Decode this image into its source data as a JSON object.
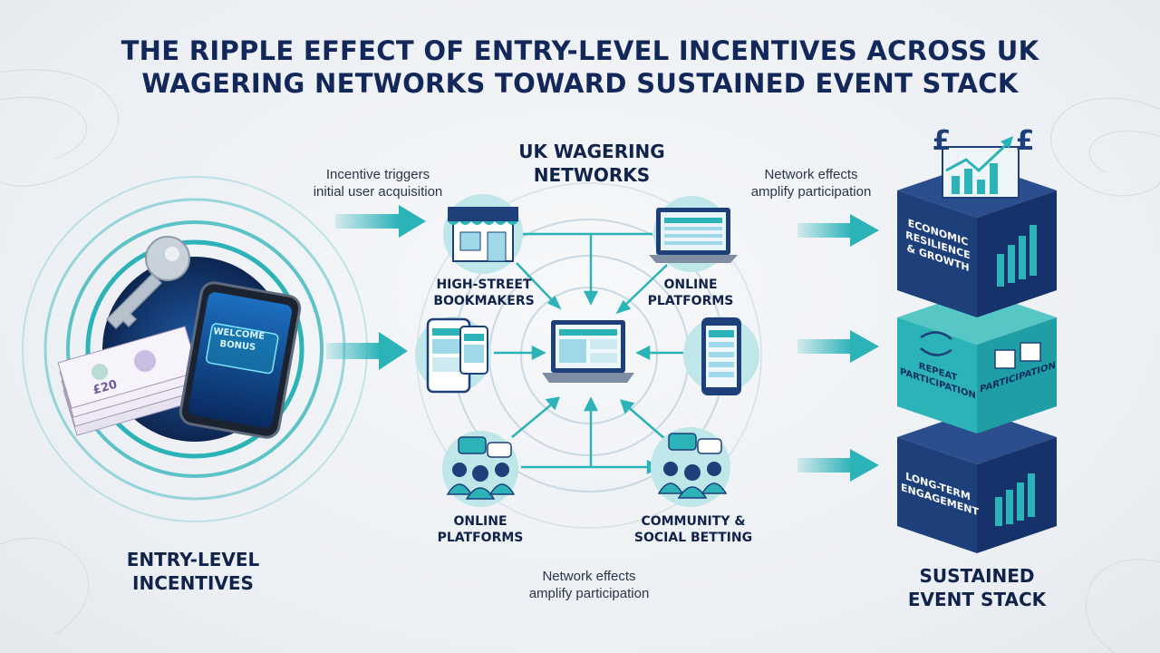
{
  "title": {
    "line1": "THE RIPPLE EFFECT OF ENTRY-LEVEL INCENTIVES ACROSS UK",
    "line2": "WAGERING NETWORKS TOWARD SUSTAINED EVENT STACK"
  },
  "left": {
    "caption": [
      "Incentive triggers",
      "initial user acquisition"
    ],
    "label": [
      "ENTRY-LEVEL",
      "INCENTIVES"
    ],
    "phone_text": [
      "WELCOME",
      "BONUS"
    ],
    "banknote_text": "£20"
  },
  "center": {
    "heading": [
      "UK WAGERING",
      "NETWORKS"
    ],
    "nodes": {
      "top_left": [
        "HIGH-STREET",
        "BOOKMAKERS"
      ],
      "top_right": [
        "ONLINE",
        "PLATFORMS"
      ],
      "bottom_left": [
        "ONLINE",
        "PLATFORMS"
      ],
      "bottom_right": [
        "COMMUNITY &",
        "SOCIAL BETTING"
      ]
    },
    "bottom_caption": [
      "Network effects",
      "amplify participation"
    ]
  },
  "right": {
    "caption": [
      "Network effects",
      "amplify participation"
    ],
    "label": [
      "SUSTAINED",
      "EVENT STACK"
    ],
    "cube_top": [
      "ECONOMIC",
      "RESILIENCE",
      "& GROWTH"
    ],
    "cube_mid_left": [
      "REPEAT",
      "PARTICIPATION"
    ],
    "cube_mid_right": "PARTICIPATION",
    "cube_bottom": [
      "LONG-TERM",
      "ENGAGEMENT"
    ],
    "currency_symbol": "£"
  },
  "colors": {
    "navy": "#13285a",
    "teal": "#2bb3b8",
    "dark_blue": "#1d3f7a",
    "background": "#eceff3"
  }
}
